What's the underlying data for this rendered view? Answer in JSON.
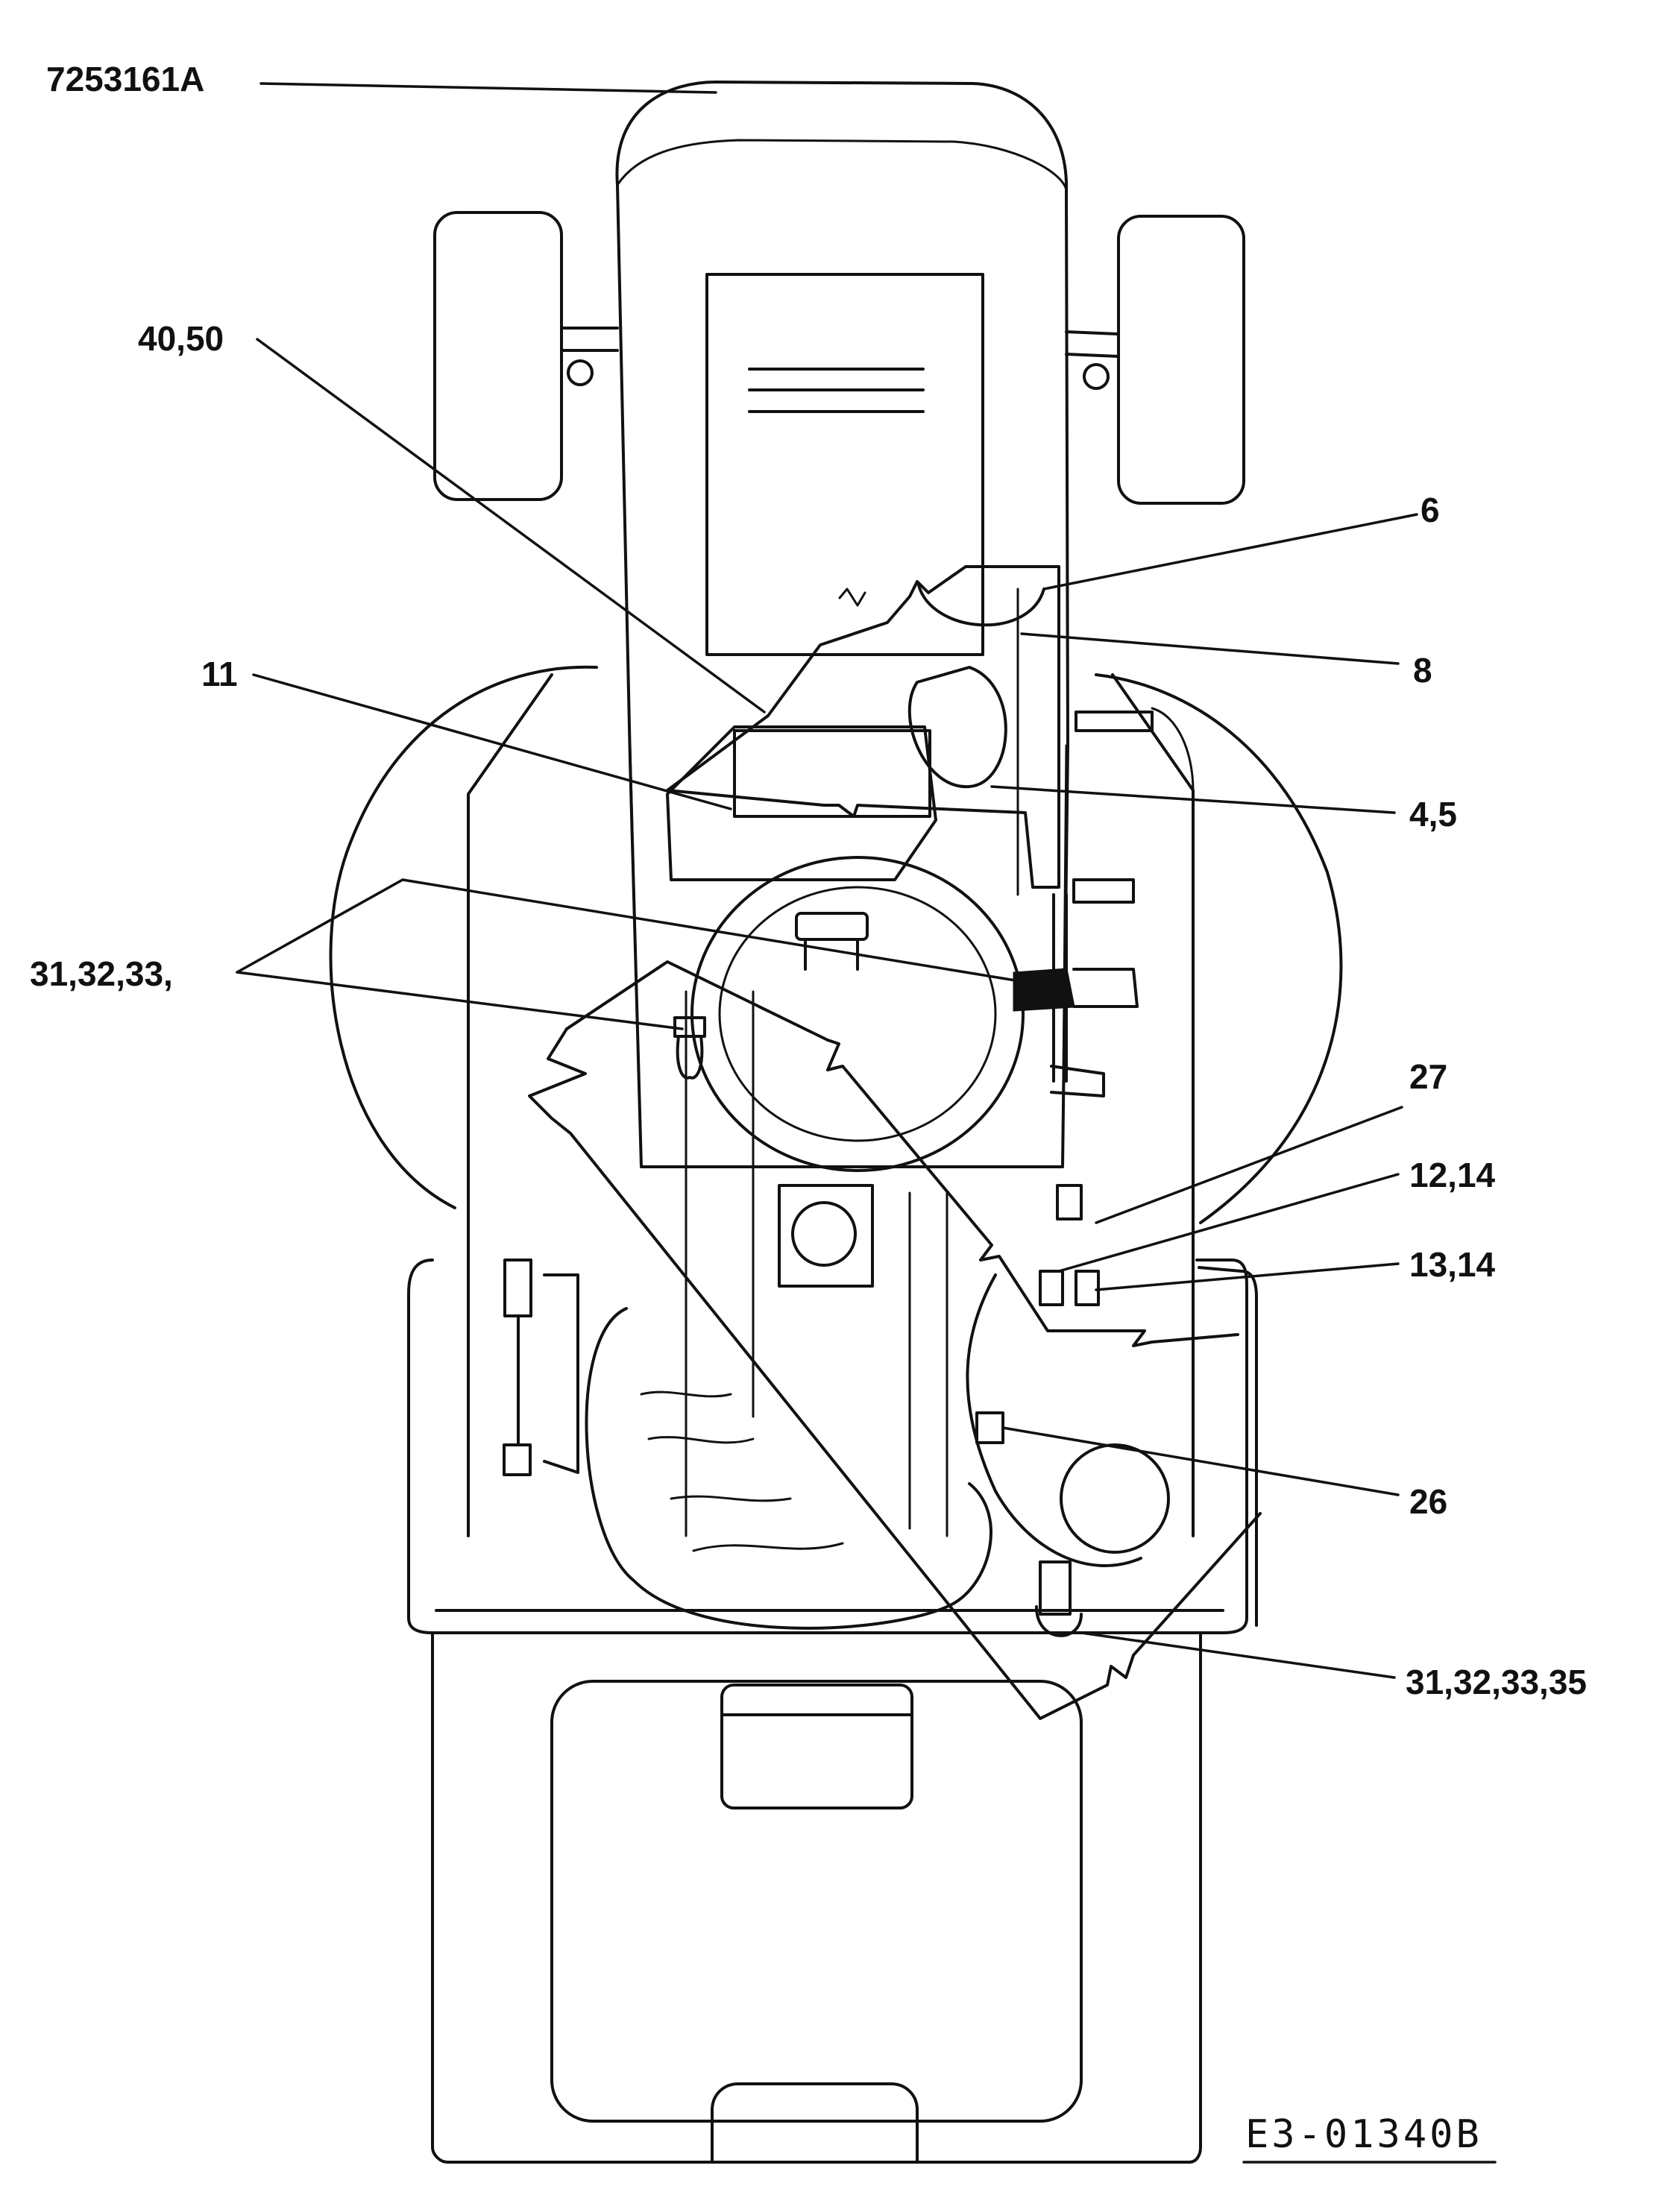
{
  "diagram": {
    "part_number_label": "7253161A",
    "drawing_code": "E3-01340B",
    "callouts": [
      {
        "id": "c-40-50",
        "text": "40,50"
      },
      {
        "id": "c-6",
        "text": "6"
      },
      {
        "id": "c-8",
        "text": "8"
      },
      {
        "id": "c-11",
        "text": "11"
      },
      {
        "id": "c-4-5",
        "text": "4,5"
      },
      {
        "id": "c-31-32-33",
        "text": "31,32,33,"
      },
      {
        "id": "c-27",
        "text": "27"
      },
      {
        "id": "c-12-14",
        "text": "12,14"
      },
      {
        "id": "c-13-14",
        "text": "13,14"
      },
      {
        "id": "c-26",
        "text": "26"
      },
      {
        "id": "c-31-32-33-35",
        "text": "31,32,33,35"
      }
    ]
  }
}
